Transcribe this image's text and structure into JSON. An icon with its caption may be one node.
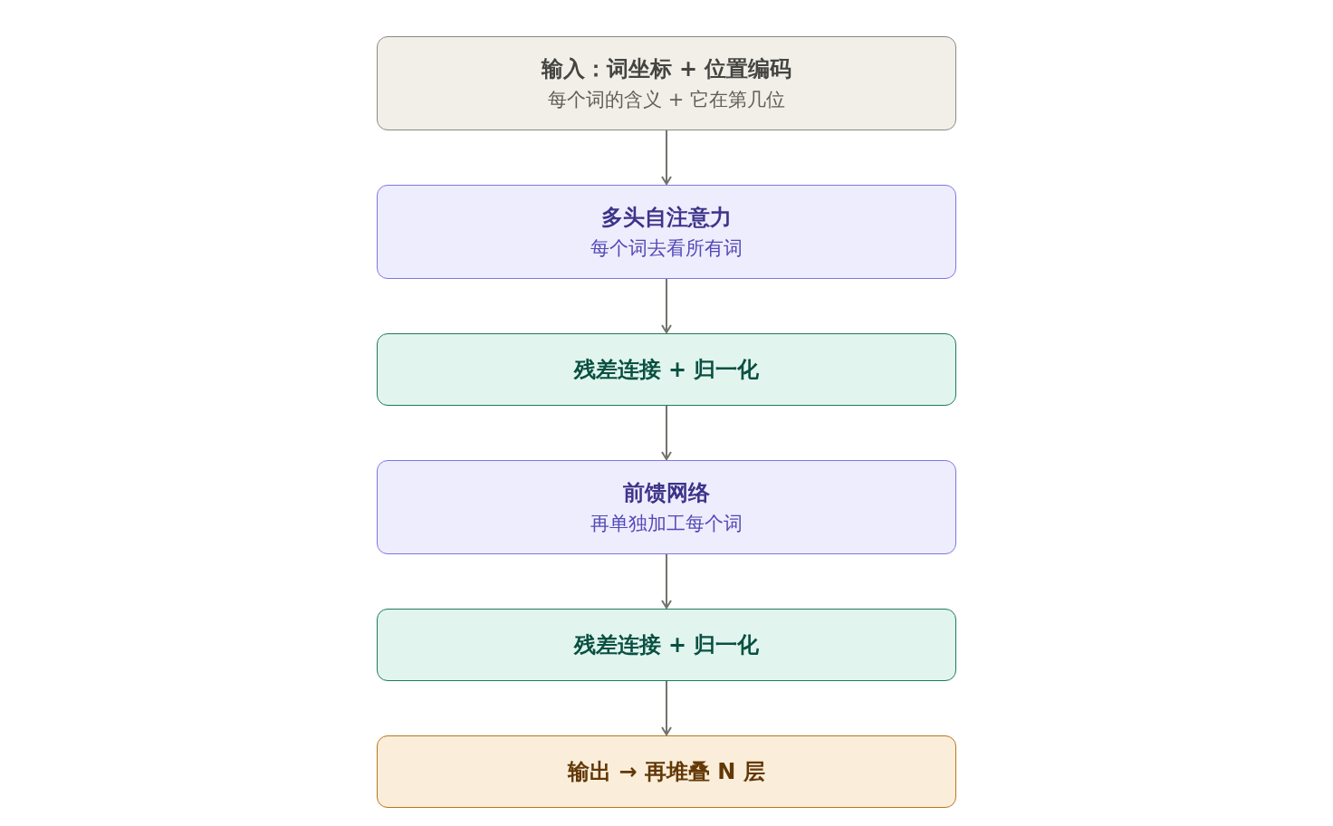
{
  "diagram": {
    "nodes": [
      {
        "text": [
          "输入：词坐标 + 位置编码",
          "每个词的含义 + 它在第几位"
        ]
      },
      {
        "text": [
          "多头自注意力",
          "每个词去看所有词"
        ]
      },
      {
        "text": [
          "残差连接 + 归一化"
        ]
      },
      {
        "text": [
          "前馈网络",
          "再单独加工每个词"
        ]
      },
      {
        "text": [
          "残差连接 + 归一化"
        ]
      },
      {
        "text": [
          "输出 → 再堆叠 N 层"
        ]
      }
    ],
    "edges": [
      {
        "from": 0,
        "to": 1,
        "arrow": "to"
      },
      {
        "from": 1,
        "to": 2,
        "arrow": "to"
      },
      {
        "from": 2,
        "to": 3,
        "arrow": "to"
      },
      {
        "from": 3,
        "to": 4,
        "arrow": "to"
      },
      {
        "from": 4,
        "to": 5,
        "arrow": "to"
      }
    ]
  }
}
